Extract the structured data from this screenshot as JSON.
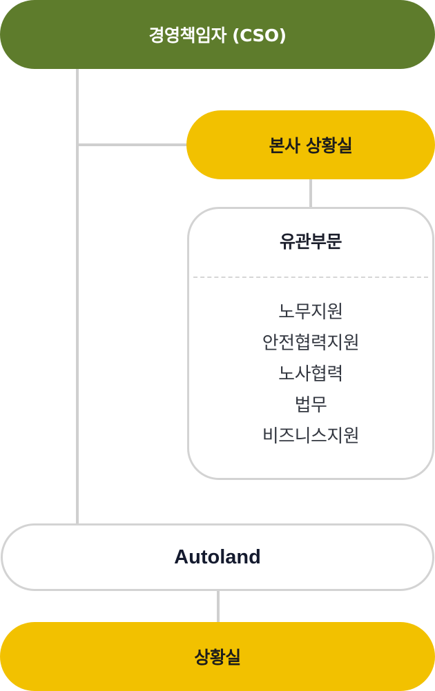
{
  "cso": {
    "label": "경영책임자 (CSO)"
  },
  "hq_situation_room": {
    "label": "본사 상황실"
  },
  "related_departments": {
    "title": "유관부문",
    "items": [
      "노무지원",
      "안전협력지원",
      "노사협력",
      "법무",
      "비즈니스지원"
    ]
  },
  "autoland": {
    "label": "Autoland"
  },
  "situation_room": {
    "label": "상황실"
  },
  "colors": {
    "cso_green": "#5e7c2c",
    "accent_yellow": "#f2c100",
    "connector_gray": "#cfcfcf",
    "border_gray": "#d3d3d3"
  }
}
